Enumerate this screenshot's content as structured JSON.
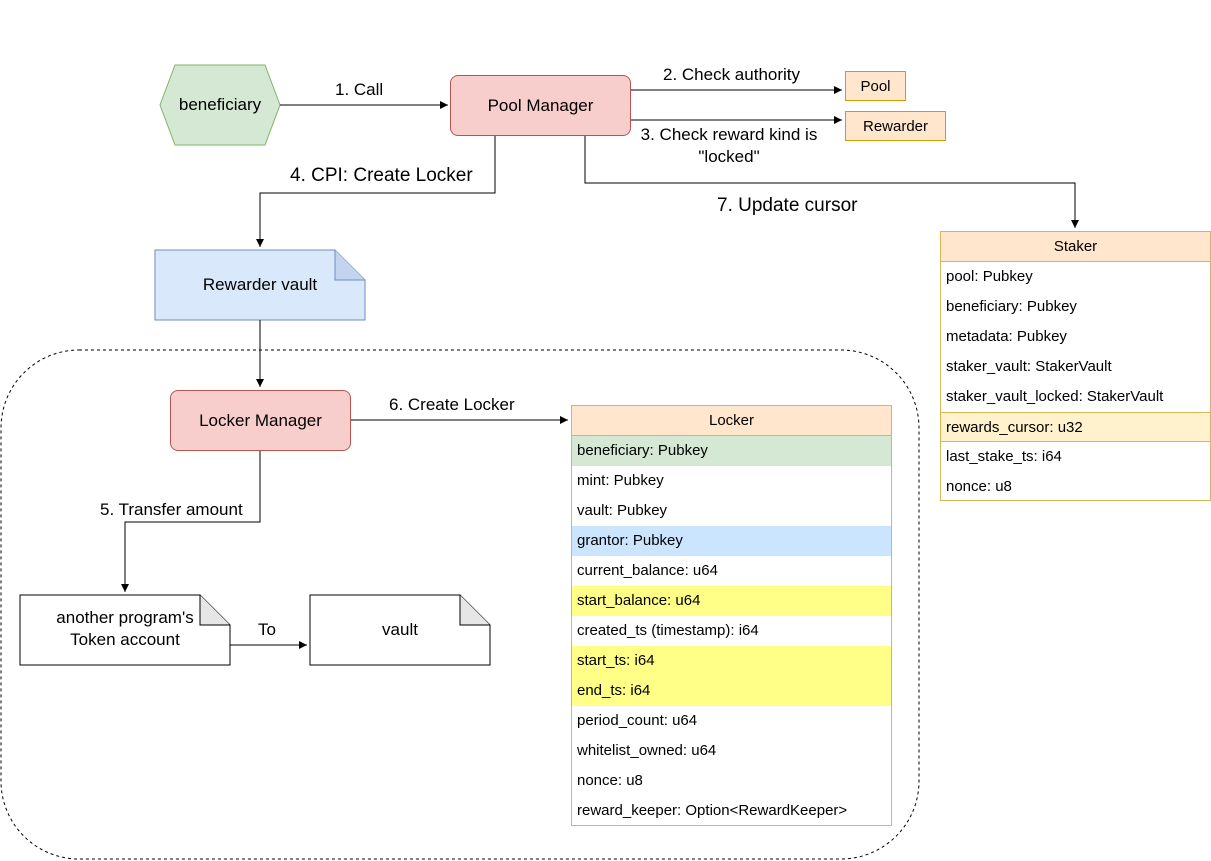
{
  "nodes": {
    "beneficiary": "beneficiary",
    "pool_manager": "Pool Manager",
    "pool": "Pool",
    "rewarder": "Rewarder",
    "rewarder_vault": "Rewarder vault",
    "locker_manager": "Locker Manager",
    "token_account": "another program's Token account",
    "vault": "vault"
  },
  "edges": {
    "call": "1. Call",
    "check_authority": "2. Check authority",
    "check_reward_kind": "3. Check reward kind is \"locked\"",
    "cpi_create_locker": "4. CPI: Create Locker",
    "transfer_amount": "5. Transfer amount",
    "create_locker": "6. Create Locker",
    "update_cursor": "7. Update cursor",
    "to": "To"
  },
  "locker": {
    "title": "Locker",
    "fields": [
      "beneficiary: Pubkey",
      "mint: Pubkey",
      "vault: Pubkey",
      "grantor: Pubkey",
      "current_balance: u64",
      "start_balance: u64",
      "created_ts (timestamp): i64",
      "start_ts: i64",
      "end_ts: i64",
      "period_count: u64",
      "whitelist_owned: u64",
      "nonce: u8",
      "reward_keeper: Option<RewardKeeper>"
    ]
  },
  "staker": {
    "title": "Staker",
    "fields": [
      "pool: Pubkey",
      "beneficiary: Pubkey",
      "metadata: Pubkey",
      "staker_vault: StakerVault",
      "staker_vault_locked: StakerVault",
      "rewards_cursor: u32",
      "last_stake_ts: i64",
      "nonce: u8"
    ]
  },
  "colors": {
    "beneficiary_fill": "#d5e8d4",
    "beneficiary_stroke": "#82b366",
    "manager_fill": "#f8cecc",
    "manager_stroke": "#b85450",
    "orange_fill": "#ffe6cc",
    "orange_stroke": "#d79b00",
    "blue_fill": "#dae8fc",
    "blue_stroke": "#6c8ebf",
    "table_stroke": "#d6b656",
    "highlight_green": "#d5e8d4",
    "highlight_blue": "#cce5ff",
    "highlight_yellow": "#ffff88",
    "highlight_cream": "#fff2cc"
  }
}
